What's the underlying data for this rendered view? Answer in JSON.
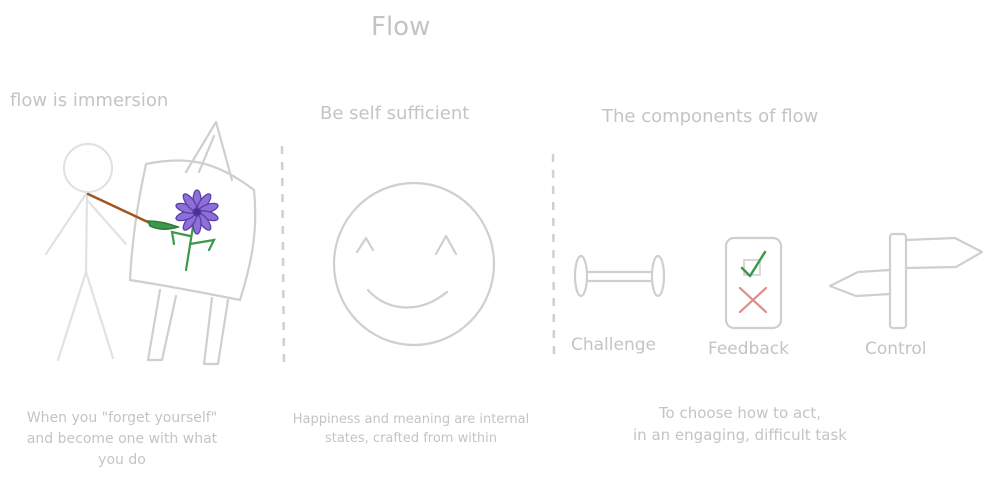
{
  "title": "Flow",
  "panels": [
    {
      "heading": "flow is immersion",
      "caption_lines": [
        "When you \"forget yourself\"",
        "and become one with what",
        "you do"
      ]
    },
    {
      "heading": "Be self sufficient",
      "caption_lines": [
        "Happiness and meaning are internal",
        "states, crafted from within"
      ]
    },
    {
      "heading": "The components of flow",
      "components": [
        "Challenge",
        "Feedback",
        "Control"
      ],
      "caption_lines": [
        "To choose how to act,",
        "in an engaging, difficult task"
      ]
    }
  ],
  "colors": {
    "text": "#c4c4c4",
    "sketch": "#cfcfcf",
    "flower": "#7b5cc4",
    "stem": "#3a9a4a",
    "brush": "#a0551e",
    "check": "#3a9a4a",
    "cross": "#e08a8a"
  },
  "icons": [
    "stick-figure-icon",
    "easel-icon",
    "flower-icon",
    "smiley-icon",
    "dumbbell-icon",
    "checklist-icon",
    "signpost-icon"
  ]
}
